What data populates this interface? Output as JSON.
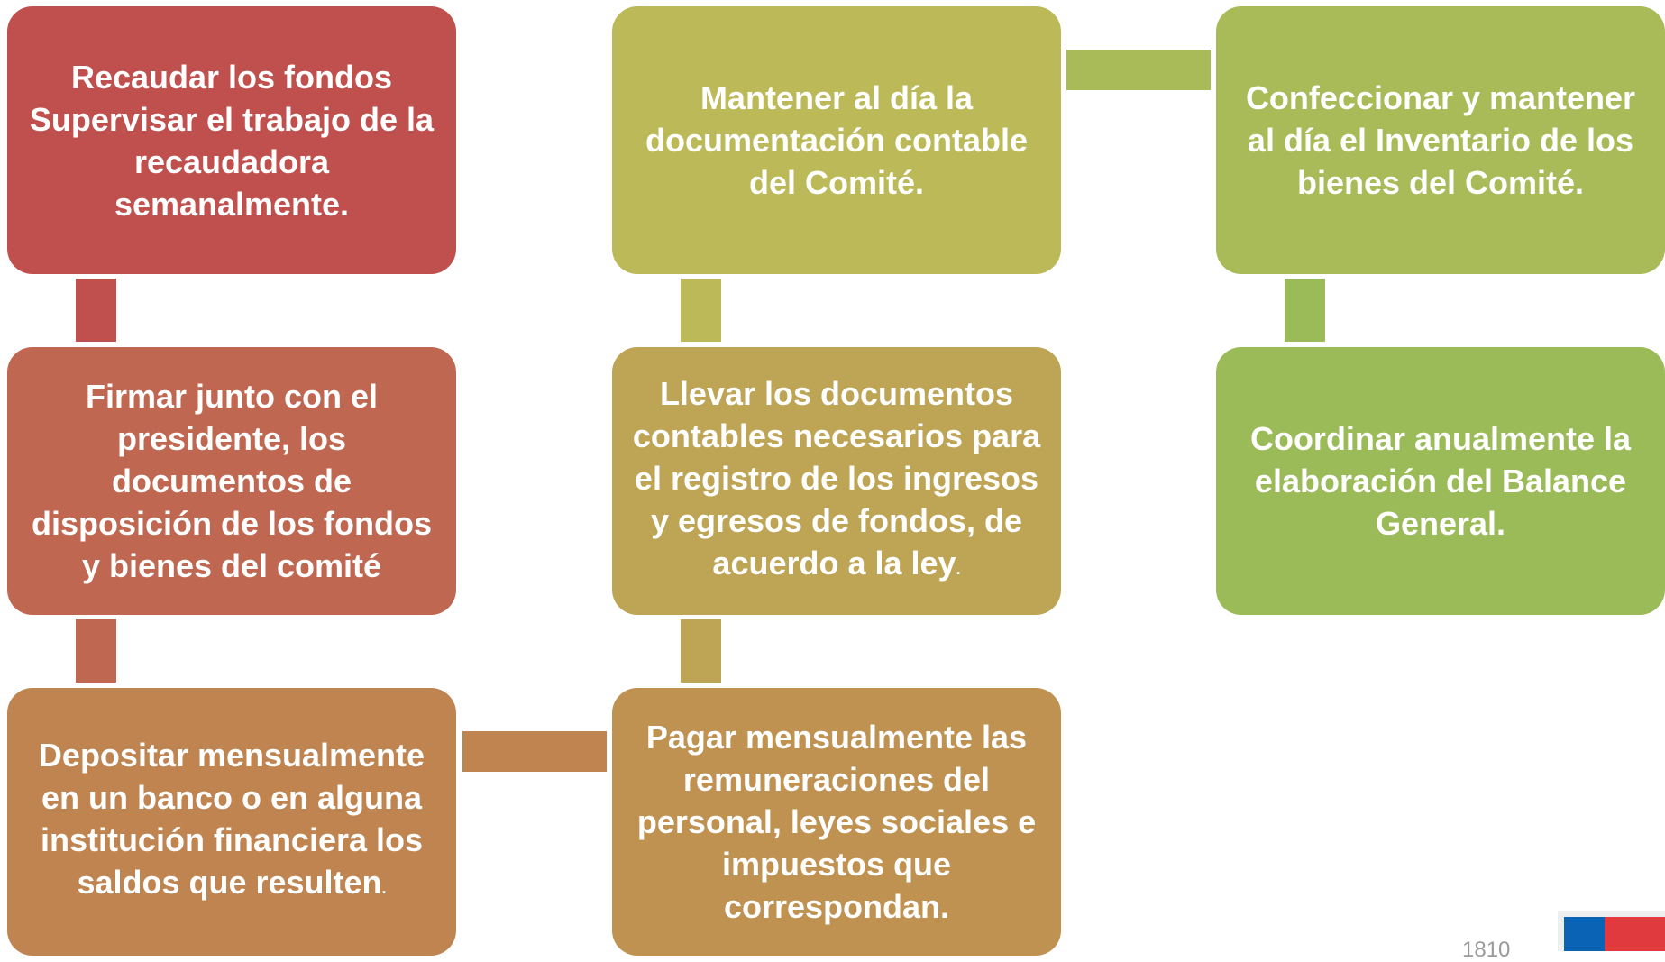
{
  "boxes": {
    "b1": {
      "text": "Recaudar los fondos Supervisar el trabajo de la recaudadora semanalmente.",
      "color": "#c0504d"
    },
    "b2": {
      "text": "Firmar junto con el presidente, los documentos de disposición de los fondos y bienes del comité",
      "color": "#bf6750"
    },
    "b3": {
      "text": "Depositar mensualmente en un banco o en alguna institución financiera los saldos que resulten",
      "suffix": ".",
      "color": "#bf8450"
    },
    "b4": {
      "text": "Mantener al día la documentación contable del Comité.",
      "color": "#bcba58"
    },
    "b5": {
      "text": "Llevar los documentos contables necesarios para el registro de los ingresos y egresos de fondos, de acuerdo a la ley",
      "suffix": ".",
      "color": "#bea555"
    },
    "b6": {
      "text": "Pagar mensualmente las remuneraciones del personal, leyes sociales e impuestos que correspondan.",
      "color": "#bf9251"
    },
    "b7": {
      "text": "Confeccionar y mantener al día el Inventario de los bienes del Comité.",
      "color": "#a9ba58"
    },
    "b8": {
      "text": "Coordinar anualmente la elaboración del Balance General.",
      "color": "#9bbb59"
    }
  },
  "connectors": {
    "k1": "#c0504d",
    "k2": "#bf6750",
    "k3": "#bf8450",
    "k4": "#bcba58",
    "k5": "#bea555",
    "k6": "#a9ba58",
    "k7": "#9bbb59"
  },
  "footer": {
    "page_number": "1810"
  }
}
